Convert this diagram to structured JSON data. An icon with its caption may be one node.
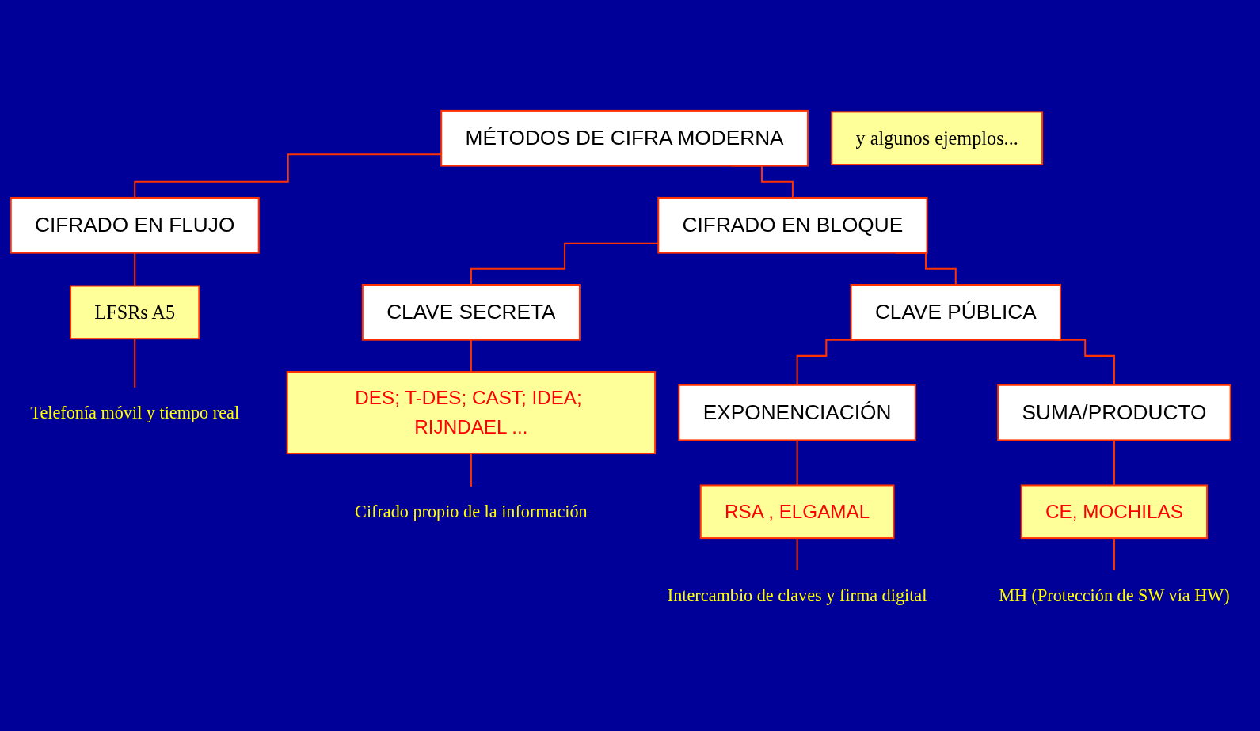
{
  "diagram": {
    "nodes": [
      {
        "text": [
          "MÉTODOS DE CIFRA MODERNA"
        ]
      },
      {
        "text": [
          "CIFRADO EN FLUJO"
        ]
      },
      {
        "text": [
          "CIFRADO EN BLOQUE"
        ]
      },
      {
        "text": [
          "LFSRs A5"
        ],
        "beside": [
          "Telefonía móvil y tiempo real"
        ]
      },
      {
        "text": [
          "CLAVE PÚBLICA"
        ]
      },
      {
        "text": [
          "CLAVE SECRETA"
        ]
      },
      {
        "text": [
          "EXPONENCIACIÓN"
        ]
      },
      {
        "text": [
          "SUMA/PRODUCTO"
        ]
      },
      {
        "text": [
          "DES; T-DES; CAST; IDEA; RIJNDAEL ..."
        ],
        "beside": [
          "Cifrado propio de la información"
        ]
      },
      {
        "text": [
          "RSA , ELGAMAL"
        ],
        "beside": [
          "Intercambio de claves y firma digital"
        ]
      },
      {
        "text": [
          "CE, MOCHILAS"
        ],
        "beside": [
          "MH (Protección de SW vía HW)"
        ]
      },
      {
        "text": [
          "y algunos ejemplos..."
        ]
      }
    ],
    "edges": [
      {
        "from": 0,
        "to": 1,
        "arrow": "none"
      },
      {
        "from": 0,
        "to": 2,
        "arrow": "none"
      },
      {
        "from": 1,
        "to": 3,
        "arrow": "none"
      },
      {
        "from": 2,
        "to": 4,
        "arrow": "none"
      },
      {
        "from": 2,
        "to": 5,
        "arrow": "none"
      },
      {
        "from": 4,
        "to": 6,
        "arrow": "none"
      },
      {
        "from": 4,
        "to": 7,
        "arrow": "none"
      },
      {
        "from": 5,
        "to": 8,
        "arrow": "none"
      },
      {
        "from": 6,
        "to": 9,
        "arrow": "none"
      },
      {
        "from": 7,
        "to": 10,
        "arrow": "none"
      }
    ]
  }
}
